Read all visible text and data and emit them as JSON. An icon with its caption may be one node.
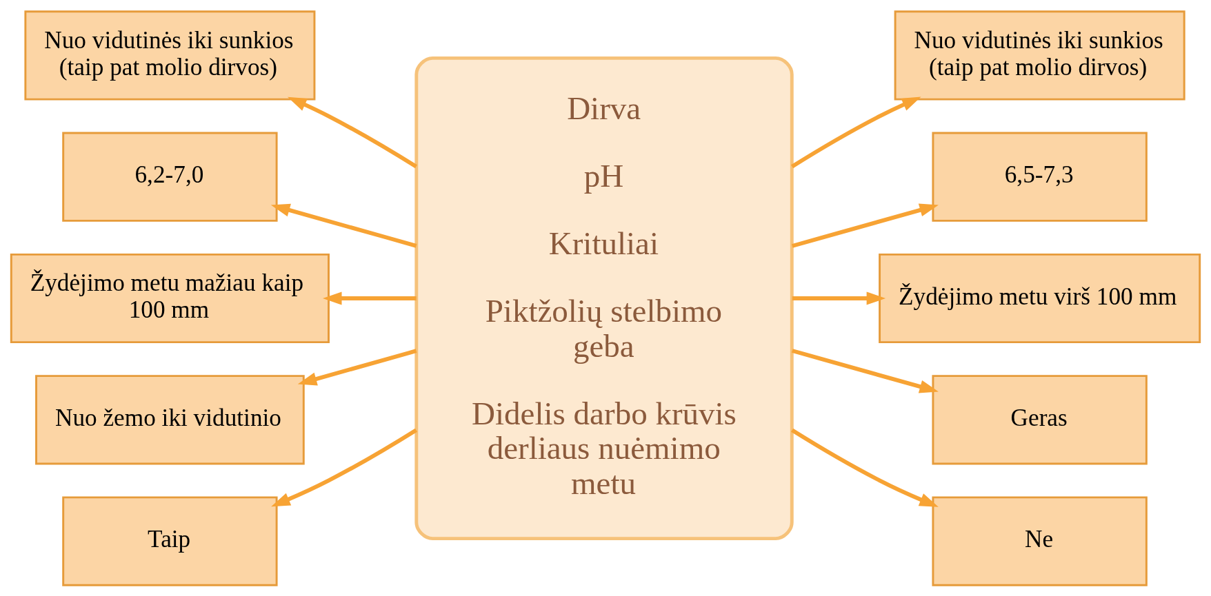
{
  "diagram": {
    "nodes": [
      {
        "text": [
          "Dirva",
          "pH",
          "Krituliai",
          "Piktžolių stelbimo geba",
          "Didelis darbo krūvis derliaus nuėmimo metu"
        ]
      },
      {
        "text": [
          "Nuo vidutinės iki sunkios (taip pat molio dirvos)"
        ]
      },
      {
        "text": [
          "Nuo vidutinės iki sunkios (taip pat molio dirvos)"
        ]
      },
      {
        "text": [
          "6,2-7,0"
        ]
      },
      {
        "text": [
          "6,5-7,3"
        ]
      },
      {
        "text": [
          "Žydėjimo metu mažiau kaip 100 mm"
        ]
      },
      {
        "text": [
          "Žydėjimo metu virš 100 mm"
        ]
      },
      {
        "text": [
          "Nuo žemo iki vidutinio"
        ]
      },
      {
        "text": [
          "Geras"
        ]
      },
      {
        "text": [
          "Taip"
        ]
      },
      {
        "text": [
          "Ne"
        ]
      }
    ],
    "edges": [
      {
        "from": 0,
        "to": 1,
        "arrow": "to"
      },
      {
        "from": 0,
        "to": 2,
        "arrow": "to"
      },
      {
        "from": 0,
        "to": 3,
        "arrow": "to"
      },
      {
        "from": 0,
        "to": 4,
        "arrow": "to"
      },
      {
        "from": 0,
        "to": 5,
        "arrow": "to"
      },
      {
        "from": 0,
        "to": 6,
        "arrow": "to"
      },
      {
        "from": 0,
        "to": 7,
        "arrow": "to"
      },
      {
        "from": 0,
        "to": 8,
        "arrow": "to"
      },
      {
        "from": 0,
        "to": 9,
        "arrow": "to"
      },
      {
        "from": 0,
        "to": 10,
        "arrow": "to"
      }
    ]
  }
}
